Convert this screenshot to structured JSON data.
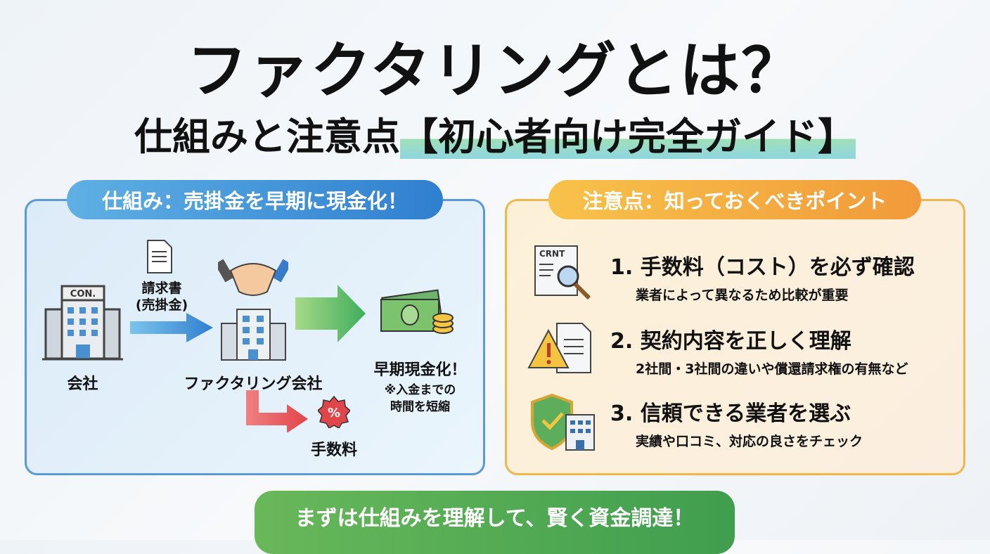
{
  "title": {
    "line1": "ファクタリングとは？",
    "line2_plain": "仕組みと注意点",
    "line2_highlight": "【初心者向け完全ガイド】"
  },
  "left": {
    "heading": "仕組み：売掛金を早期に現金化！",
    "company": "会社",
    "company_sign": "CON.",
    "invoice_line1": "請求書",
    "invoice_line2": "(売掛金)",
    "factoring_company": "ファクタリング会社",
    "cash_title": "早期現金化！",
    "cash_note_line1": "※入金までの",
    "cash_note_line2": "時間を短縮",
    "fee": "手数料",
    "fee_symbol": "%"
  },
  "right": {
    "heading": "注意点：知っておくべきポイント",
    "items": [
      {
        "title": "1. 手数料（コスト）を必ず確認",
        "sub": "業者によって異なるため比較が重要",
        "icon": "contract-magnifier-icon",
        "icon_text": "CRNT"
      },
      {
        "title": "2. 契約内容を正しく理解",
        "sub": "2社間・3社間の違いや償還請求権の有無など",
        "icon": "warning-document-icon"
      },
      {
        "title": "3. 信頼できる業者を選ぶ",
        "sub": "実績や口コミ、対応の良さをチェック",
        "icon": "shield-building-icon"
      }
    ]
  },
  "footer": {
    "message": "まずは仕組みを理解して、賢く資金調達！"
  },
  "colors": {
    "blue": "#2f7fd0",
    "orange": "#f19a3a",
    "green": "#3f9e4e",
    "red": "#e0454a"
  }
}
